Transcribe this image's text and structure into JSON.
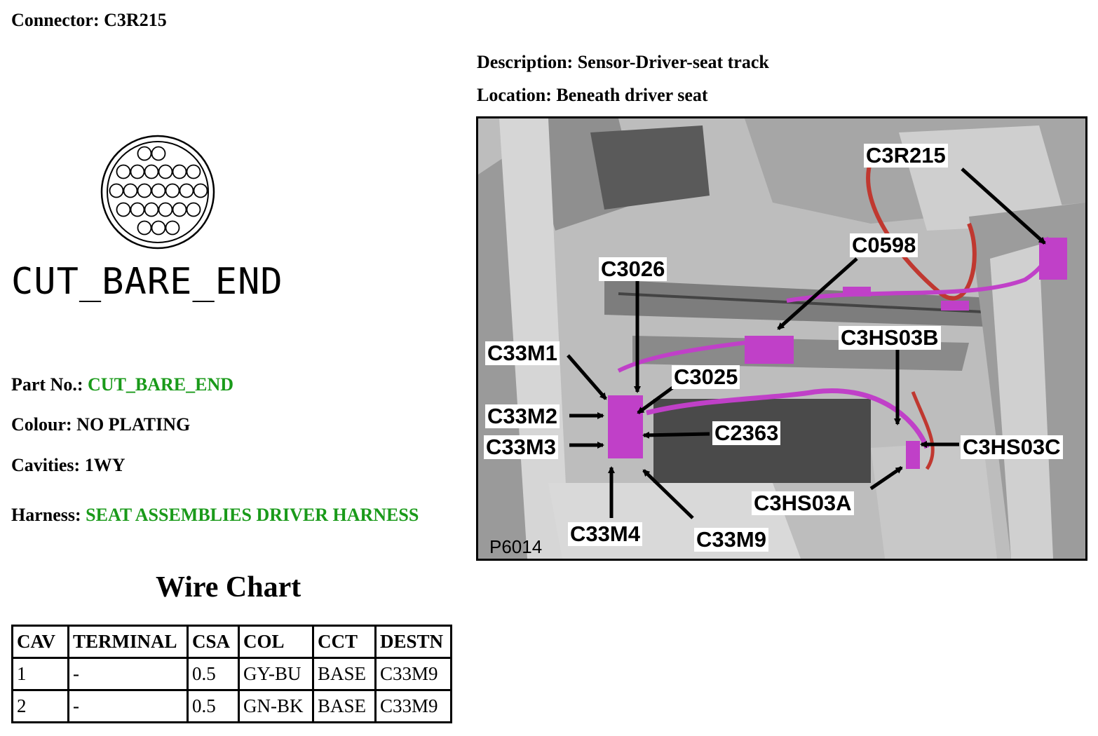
{
  "connector": {
    "label": "Connector:",
    "value": "C3R215"
  },
  "description": {
    "label": "Description:",
    "value": "Sensor-Driver-seat track"
  },
  "location": {
    "label": "Location:",
    "value": "Beneath driver seat"
  },
  "connector_face": {
    "caption": "CUT_BARE_END"
  },
  "part_no": {
    "label": "Part No.:",
    "value": "CUT_BARE_END"
  },
  "colour": {
    "label": "Colour:",
    "value": "NO PLATING"
  },
  "cavities": {
    "label": "Cavities:",
    "value": "1WY"
  },
  "harness": {
    "label": "Harness:",
    "value": "SEAT ASSEMBLIES DRIVER HARNESS"
  },
  "wire_chart": {
    "title": "Wire Chart",
    "headers": [
      "CAV",
      "TERMINAL",
      "CSA",
      "COL",
      "CCT",
      "DESTN"
    ],
    "rows": [
      [
        "1",
        "-",
        "0.5",
        "GY-BU",
        "BASE",
        "C33M9"
      ],
      [
        "2",
        "-",
        "0.5",
        "GN-BK",
        "BASE",
        "C33M9"
      ]
    ]
  },
  "photo": {
    "id": "P6014",
    "callouts": {
      "c3r215": "C3R215",
      "c0598": "C0598",
      "c3026": "C3026",
      "c33m1": "C33M1",
      "c3025": "C3025",
      "c3hs03b": "C3HS03B",
      "c33m2": "C33M2",
      "c2363": "C2363",
      "c33m3": "C33M3",
      "c3hs03c": "C3HS03C",
      "c3hs03a": "C3HS03A",
      "c33m4": "C33M4",
      "c33m9": "C33M9"
    },
    "colors": {
      "connector": "#c040c8",
      "wire": "#c03830",
      "metal": "#a8a8a8"
    }
  }
}
